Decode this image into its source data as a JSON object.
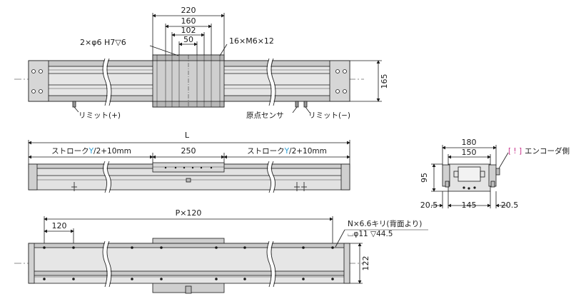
{
  "top_view": {
    "dim_220": "220",
    "dim_160": "160",
    "dim_102": "102",
    "dim_50": "50",
    "pin_hole_note": "2×φ6 H7▽6",
    "tap_note": "16×M6×12",
    "height_165": "165",
    "limit_plus": "リミット(+)",
    "origin_sensor": "原点センサ",
    "limit_minus": "リミット(−)"
  },
  "side_view": {
    "total_length": "L",
    "stroke_left_prefix": "ストローク",
    "stroke_left_var": "Y",
    "stroke_left_suffix": "/2+10mm",
    "table_width": "250",
    "stroke_right_prefix": "ストローク",
    "stroke_right_var": "Y",
    "stroke_right_suffix": "/2+10mm"
  },
  "end_view": {
    "dim_180": "180",
    "dim_150": "150",
    "encoder_bracket": "[ ! ]",
    "encoder_label": "エンコーダ側",
    "dim_95": "95",
    "dim_20_5_left": "20.5",
    "dim_145": "145",
    "dim_20_5_right": "20.5"
  },
  "bottom_view": {
    "pitch": "P×120",
    "first_pitch": "120",
    "hole_note_1": "N×6.6キリ(背面より)",
    "hole_note_2": "⌴φ11 ▽44.5",
    "width_122": "122"
  },
  "colors": {
    "line": "#1a1a1a",
    "fill_gray": "#d4d4d4",
    "fill_dark": "#9a9a9a",
    "accent": "#2aa0d8",
    "bracket": "#c8318a"
  }
}
